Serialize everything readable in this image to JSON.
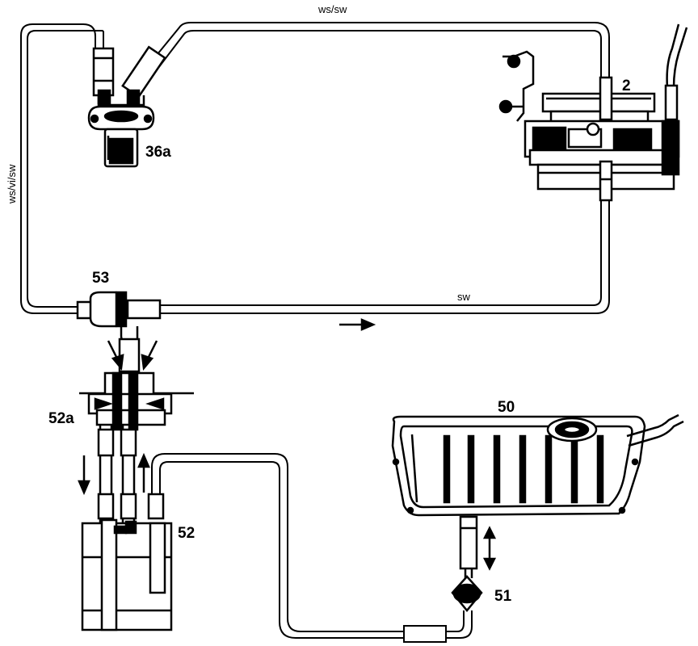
{
  "labels": {
    "top_line": "ws/sw",
    "left_line": "ws/vi/sw",
    "bottom_line": "sw",
    "part_2": "2",
    "part_36a": "36a",
    "part_53": "53",
    "part_52a": "52a",
    "part_52": "52",
    "part_50": "50",
    "part_51": "51"
  }
}
